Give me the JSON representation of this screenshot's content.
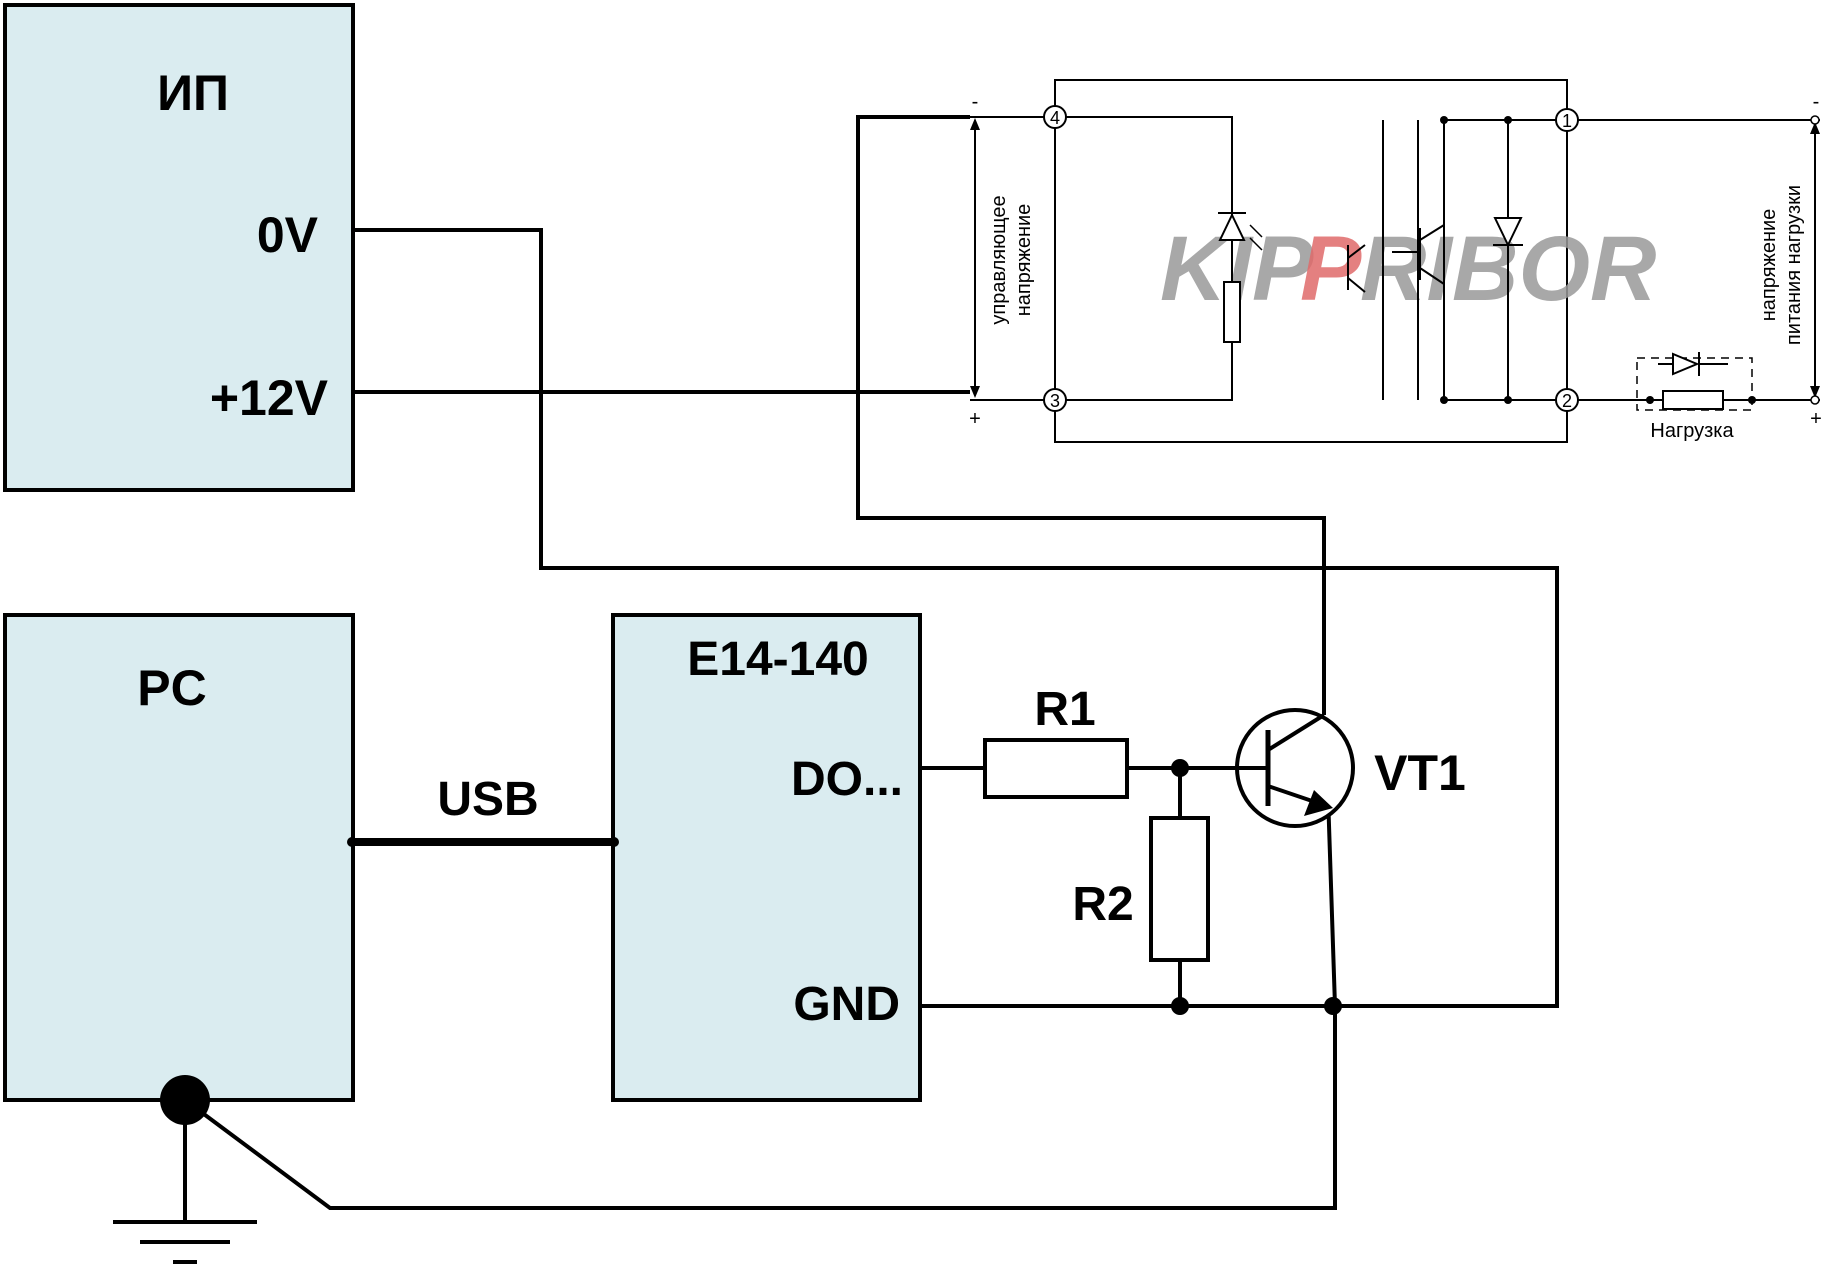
{
  "blocks": {
    "power_supply": {
      "title": "ИП",
      "pin_0v": "0V",
      "pin_12v": "+12V"
    },
    "pc": {
      "title": "PC"
    },
    "daq": {
      "title": "E14-140",
      "pin_do": "DO...",
      "pin_gnd": "GND"
    }
  },
  "link": {
    "usb": "USB"
  },
  "components": {
    "r1": "R1",
    "r2": "R2",
    "vt1": "VT1"
  },
  "relay": {
    "terminals": [
      "4",
      "3",
      "1",
      "2"
    ],
    "control_label_line1": "управляющее",
    "control_label_line2": "напряжение",
    "load_supply_line1": "напряжение",
    "load_supply_line2": "питания нагрузки",
    "load_label": "Нагрузка",
    "minus": "-",
    "plus": "+",
    "watermark_part1": "KIP",
    "watermark_part2": "P",
    "watermark_part3": "RIBOR"
  },
  "colors": {
    "block_fill": "#daecf0",
    "watermark_grey": "#9a9a9a",
    "watermark_red": "#e06a6a"
  }
}
